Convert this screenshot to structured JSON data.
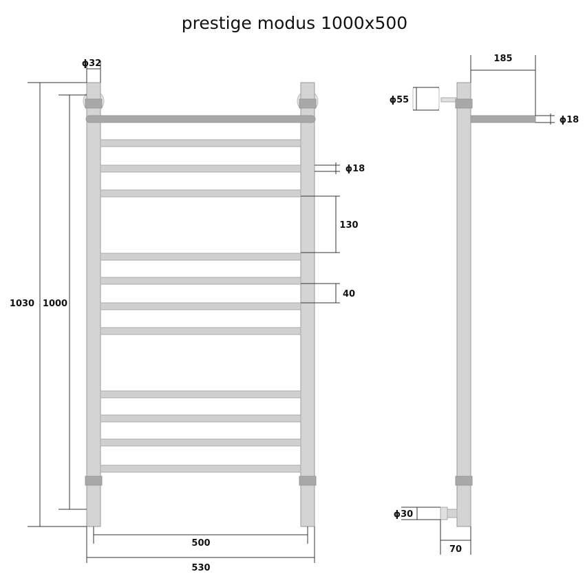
{
  "title": "prestige modus 1000x500",
  "front_view": {
    "dims": {
      "post_diameter": "ϕ32",
      "total_height": "1030",
      "axis_height": "1000",
      "bar_diameter": "ϕ18",
      "bar_gap_large": "130",
      "bar_gap_small": "40",
      "axis_width": "500",
      "total_width": "530"
    }
  },
  "side_view": {
    "dims": {
      "depth": "185",
      "bar_diameter": "ϕ18",
      "top_flange_diameter": "ϕ55",
      "bottom_connector_diameter": "ϕ30",
      "bottom_offset": "70"
    }
  }
}
